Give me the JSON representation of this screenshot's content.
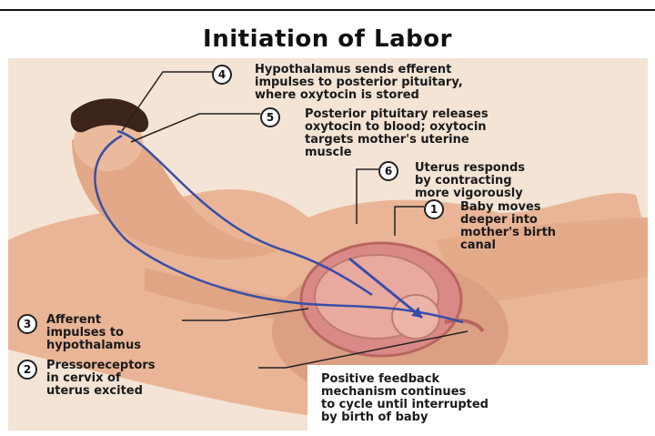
{
  "title": "Initiation of Labor",
  "steps": [
    {
      "num": "1",
      "text": "Baby moves\ndeeper into\nmother's birth\ncanal"
    },
    {
      "num": "2",
      "text": "Pressoreceptors\nin cervix of\nuterus excited"
    },
    {
      "num": "3",
      "text": "Afferent\nimpulses to\nhypothalamus"
    },
    {
      "num": "4",
      "text": "Hypothalamus sends efferent\nimpulses to posterior pituitary,\nwhere oxytocin is stored"
    },
    {
      "num": "5",
      "text": "Posterior pituitary releases\noxytocin to blood; oxytocin\ntargets mother's uterine\nmuscle"
    },
    {
      "num": "6",
      "text": "Uterus responds\nby contracting\nmore vigorously"
    }
  ],
  "note": "Positive feedback\nmechanism continues\nto cycle until interrupted\nby birth of baby",
  "colors": {
    "skin": "#e9b596",
    "skin_shadow": "#d9997a",
    "panel": "#f4e4d6",
    "uterus": "#d98a86",
    "pathway": "#3a4da8"
  }
}
